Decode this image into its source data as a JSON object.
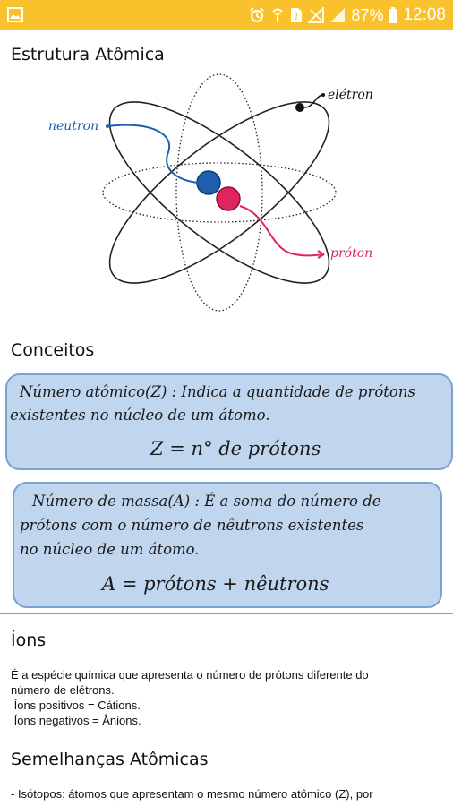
{
  "status_bar": {
    "battery": "87%",
    "time": "12:08",
    "icons": [
      "image-icon",
      "alarm-icon",
      "wifi-icon",
      "sim-icon",
      "no-signal-icon",
      "signal-icon",
      "battery-icon"
    ]
  },
  "sections": {
    "estrutura": {
      "title": "Estrutura Atômica"
    },
    "conceitos": {
      "title": "Conceitos"
    },
    "ions": {
      "title": "Íons"
    },
    "semelhancas": {
      "title": "Semelhanças Atômicas"
    }
  },
  "atom_diagram": {
    "labels": {
      "neutron": "neutron",
      "electron": "elétron",
      "proton": "próton"
    },
    "colors": {
      "neutron": "#1e5fb0",
      "proton": "#e0245e",
      "orbit": "#222222"
    }
  },
  "concepts": {
    "atomic_number": {
      "line1": "Número atômico(Z) : Indica a quantidade de prótons",
      "line2": "existentes no núcleo de um átomo.",
      "formula": "Z = n° de prótons"
    },
    "mass_number": {
      "line1": "Número de massa(A) : É a soma do número de",
      "line2": "prótons com o número de nêutrons existentes",
      "line3": "no núcleo de um átomo.",
      "formula": "A = prótons + nêutrons"
    }
  },
  "ions_text": {
    "line1": "É a espécie química que apresenta o número de prótons diferente do",
    "line2": "número de elétrons.",
    "line3": " Íons positivos = Cátions.",
    "line4": " Íons negativos = Ânions."
  },
  "semelhancas_text": {
    "line1": "- Isótopos: átomos que apresentam o mesmo número atômico (Z), por"
  },
  "colors": {
    "status_bar": "#f9c12b",
    "concept_box": "#c0d6ee",
    "box_border": "#7aa3d0"
  }
}
